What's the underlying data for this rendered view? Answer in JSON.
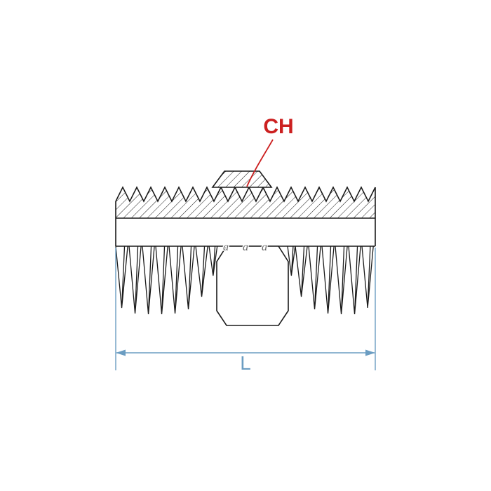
{
  "labels": {
    "hex_size": "CH",
    "length": "L"
  },
  "marks": {
    "glyphs": [
      "a",
      "a",
      "a"
    ]
  },
  "colors": {
    "line": "#1a1a1a",
    "dimension": "#6b9dc2",
    "callout": "#cc2020",
    "background": "#ffffff"
  }
}
